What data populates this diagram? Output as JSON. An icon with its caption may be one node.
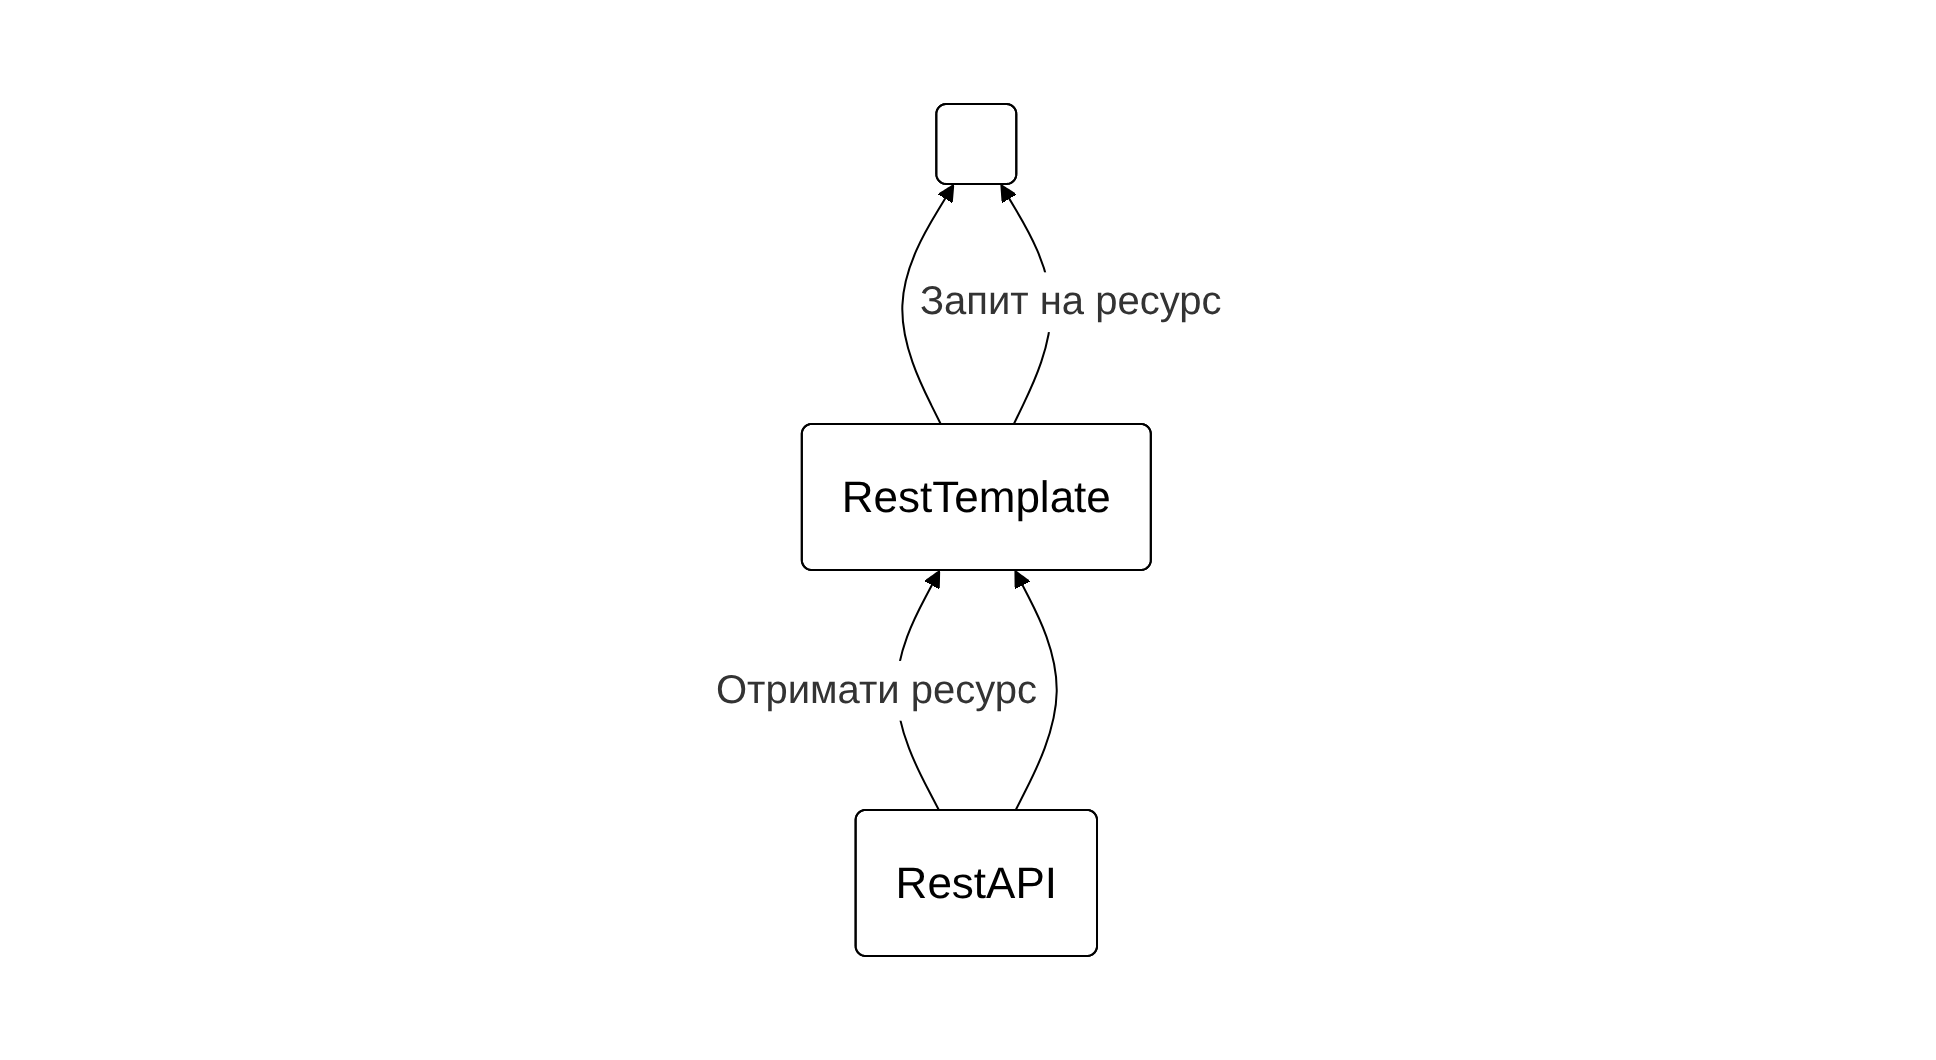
{
  "diagram": {
    "nodes": [
      {
        "text": [],
        "shape": "box"
      },
      {
        "text": [
          "RestTemplate"
        ]
      },
      {
        "text": [
          "RestAPI"
        ]
      }
    ],
    "edges": [
      {
        "from": 1,
        "to": 0,
        "arrow": "to"
      },
      {
        "from": 1,
        "to": 0,
        "arrow": "to",
        "label": "Запит на ресурс"
      },
      {
        "from": 2,
        "to": 1,
        "arrow": "to",
        "label": "Отримати ресурс"
      },
      {
        "from": 2,
        "to": 1,
        "arrow": "to"
      }
    ]
  }
}
